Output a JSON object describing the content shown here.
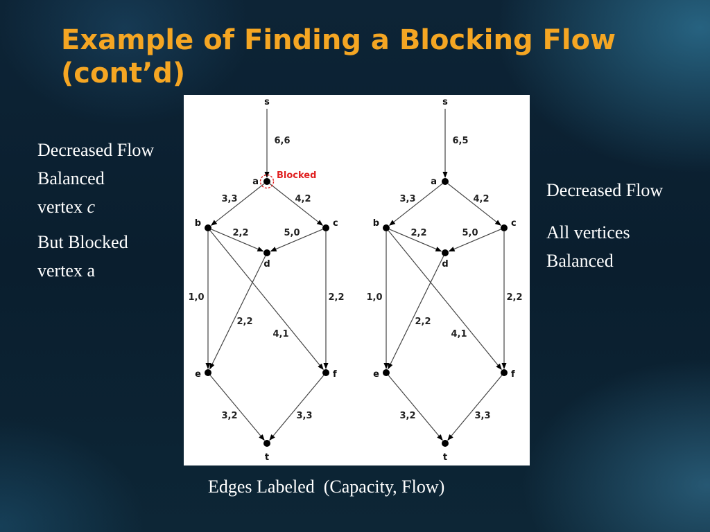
{
  "slide": {
    "title": "Example of Finding a Blocking Flow (cont’d)",
    "left_notes": {
      "line1": "Decreased Flow",
      "line2": "Balanced",
      "line3_prefix": "vertex ",
      "line3_var": "c",
      "line4": "But Blocked",
      "line5": "vertex a"
    },
    "right_notes": {
      "line1": "Decreased Flow",
      "line2": "All vertices",
      "line3": "Balanced"
    },
    "caption": "Edges Labeled  (Capacity, Flow)",
    "colors": {
      "title": "#f5a623",
      "text": "#ffffff",
      "blocked_marker": "#e02020"
    }
  },
  "graphs": [
    {
      "nodes": [
        "s",
        "a",
        "b",
        "c",
        "d",
        "e",
        "f",
        "t"
      ],
      "edges": [
        {
          "from": "s",
          "to": "a",
          "label": "6,6"
        },
        {
          "from": "a",
          "to": "b",
          "label": "3,3"
        },
        {
          "from": "a",
          "to": "c",
          "label": "4,2"
        },
        {
          "from": "b",
          "to": "d",
          "label": "2,2"
        },
        {
          "from": "c",
          "to": "d",
          "label": "5,0"
        },
        {
          "from": "b",
          "to": "e",
          "label": "1,0"
        },
        {
          "from": "c",
          "to": "f",
          "label": "2,2"
        },
        {
          "from": "d",
          "to": "e",
          "label": "2,2"
        },
        {
          "from": "b",
          "to": "f",
          "label": "4,1"
        },
        {
          "from": "e",
          "to": "t",
          "label": "3,2"
        },
        {
          "from": "f",
          "to": "t",
          "label": "3,3"
        }
      ],
      "annotation": {
        "node": "a",
        "text": "Blocked"
      }
    },
    {
      "nodes": [
        "s",
        "a",
        "b",
        "c",
        "d",
        "e",
        "f",
        "t"
      ],
      "edges": [
        {
          "from": "s",
          "to": "a",
          "label": "6,5"
        },
        {
          "from": "a",
          "to": "b",
          "label": "3,3"
        },
        {
          "from": "a",
          "to": "c",
          "label": "4,2"
        },
        {
          "from": "b",
          "to": "d",
          "label": "2,2"
        },
        {
          "from": "c",
          "to": "d",
          "label": "5,0"
        },
        {
          "from": "b",
          "to": "e",
          "label": "1,0"
        },
        {
          "from": "c",
          "to": "f",
          "label": "2,2"
        },
        {
          "from": "d",
          "to": "e",
          "label": "2,2"
        },
        {
          "from": "b",
          "to": "f",
          "label": "4,1"
        },
        {
          "from": "e",
          "to": "t",
          "label": "3,2"
        },
        {
          "from": "f",
          "to": "t",
          "label": "3,3"
        }
      ]
    }
  ]
}
